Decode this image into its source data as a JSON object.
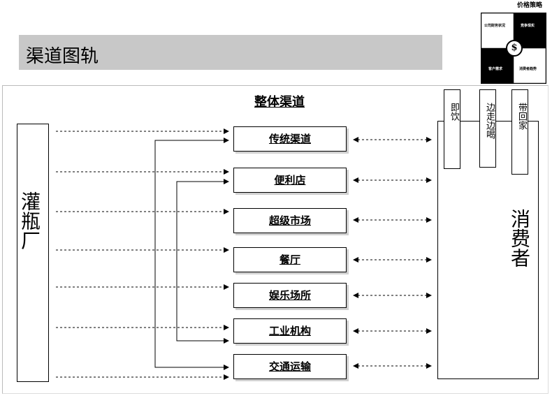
{
  "slide_title": "渠道图轨",
  "thumbnail": {
    "title": "价格策略",
    "quadrants": [
      "公司财务状况",
      "竞争现实",
      "客户需求",
      "消费者趋势"
    ],
    "symbol": "$"
  },
  "diagram": {
    "title": "整体渠道",
    "source": "灌瓶厂",
    "channels": [
      "传统渠道",
      "便利店",
      "超级市场",
      "餐厅",
      "娱乐场所",
      "工业机构",
      "交通运输"
    ],
    "consumer": "消费者",
    "consumption_modes": [
      "即饮",
      "边走边喝",
      "带回家"
    ]
  }
}
